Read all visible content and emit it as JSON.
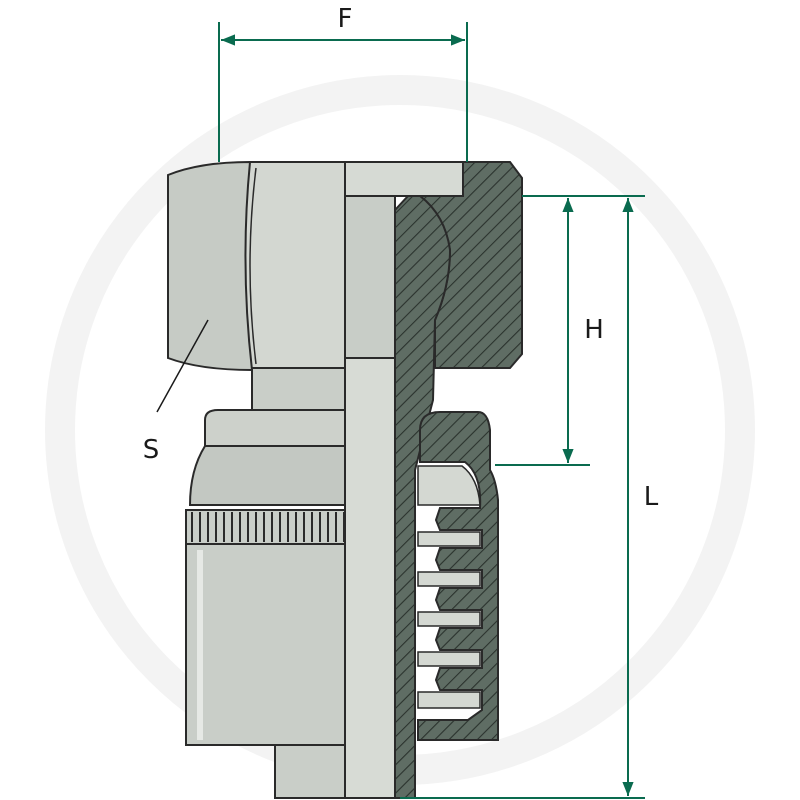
{
  "diagram": {
    "labels": {
      "F": "F",
      "H": "H",
      "L": "L",
      "S": "S"
    },
    "colors": {
      "dimension": "#0a6b4f",
      "part_fill": "#c9cec8",
      "part_fill_dark": "#aeb4ac",
      "section_fill": "#5f6d64",
      "outline": "#2a2a2a"
    }
  }
}
